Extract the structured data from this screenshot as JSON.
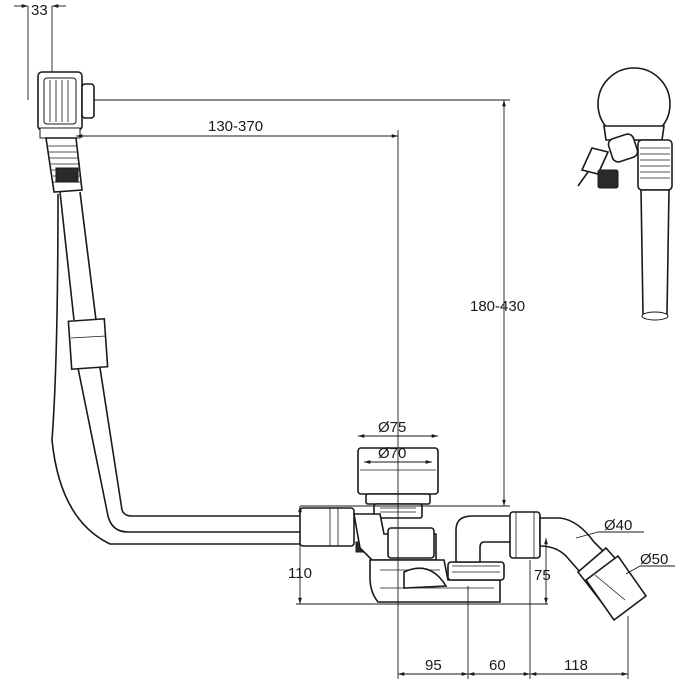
{
  "dimensions": {
    "drain_width": "33",
    "overflow_to_drain_horizontal": "130-370",
    "overflow_to_drain_vertical": "180-430",
    "drain_outer_diameter": "Ø75",
    "drain_inner_diameter": "Ø70",
    "trap_height": "110",
    "outlet_height": "75",
    "outlet_diameter_small": "Ø40",
    "outlet_diameter_large": "Ø50",
    "offset_a": "95",
    "offset_b": "60",
    "offset_c": "118"
  },
  "colors": {
    "line": "#1a1a1a",
    "background": "#ffffff"
  }
}
